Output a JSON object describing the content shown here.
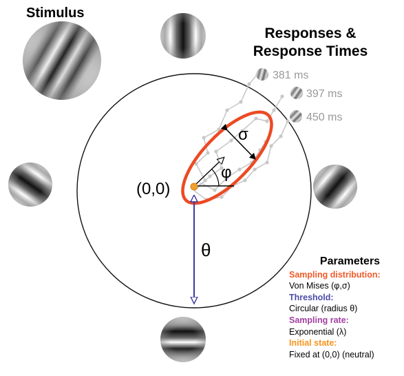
{
  "titles": {
    "stimulus": "Stimulus",
    "responses_line1": "Responses &",
    "responses_line2": "Response Times"
  },
  "diagram_labels": {
    "origin": "(0,0)",
    "sigma": "σ",
    "phi": "φ",
    "theta": "θ"
  },
  "response_times": [
    "381 ms",
    "397 ms",
    "450 ms"
  ],
  "parameters": {
    "title": "Parameters",
    "items": [
      {
        "heading": "Sampling distribution:",
        "value": "Von Mises (φ,σ)",
        "color": "#f05a28"
      },
      {
        "heading": "Threshold:",
        "value": "Circular (radius θ)",
        "color": "#4a4aa8"
      },
      {
        "heading": "Sampling rate:",
        "value": "Exponential (λ)",
        "color": "#a040a0"
      },
      {
        "heading": "Initial state:",
        "value": "Fixed at (0,0) (neutral)",
        "color": "#f7941d"
      }
    ]
  },
  "colors": {
    "ellipse": "#ec4a24",
    "threshold_arrow": "#3a3aa0",
    "origin_dot": "#f0a030",
    "walk": "#c8c8c8",
    "rt_text": "#999999"
  }
}
